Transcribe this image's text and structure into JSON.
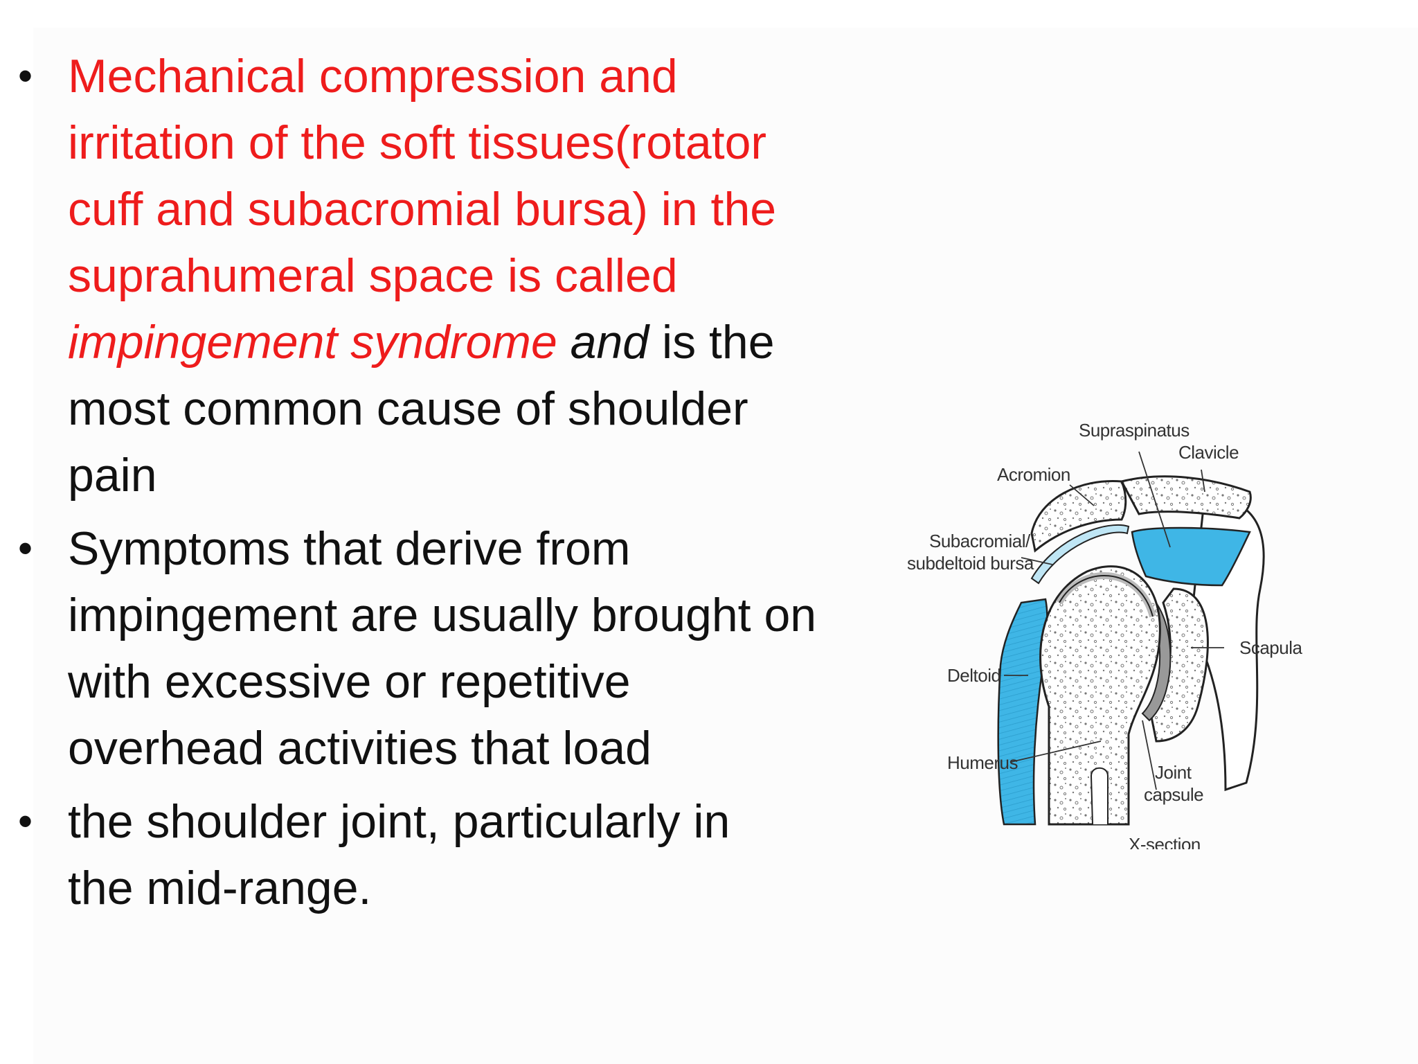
{
  "bullets": [
    {
      "line1": "Mechanical compression and",
      "line2": "irritation of the soft tissues(rotator",
      "line3": "cuff and subacromial bursa) in the",
      "line4": "suprahumeral space  is called",
      "line5_red_italic": "impingement syndrome",
      "line5_black_italic": "and",
      "line5_plain": " is the",
      "line6": "most common cause of shoulder",
      "line7": "pain"
    },
    {
      "line1": "Symptoms that derive from",
      "line2": "impingement are usually brought on",
      "line3": "with excessive or repetitive",
      "line4": "overhead activities that load"
    },
    {
      "line1": "the shoulder joint, particularly in",
      "line2": "the mid-range."
    }
  ],
  "figure": {
    "labels": {
      "supraspinatus": "Supraspinatus",
      "clavicle": "Clavicle",
      "acromion": "Acromion",
      "subacromial_line1": "Subacromial/",
      "subacromial_line2": "subdeltoid bursa",
      "scapula": "Scapula",
      "deltoid": "Deltoid",
      "humerus": "Humerus",
      "joint_capsule_line1": "Joint",
      "joint_capsule_line2": "capsule",
      "section": "X-section"
    }
  },
  "colors": {
    "emphasis_text": "#ee1c1c",
    "body_text": "#111111",
    "anatomy_blue": "#3fb6e6"
  }
}
